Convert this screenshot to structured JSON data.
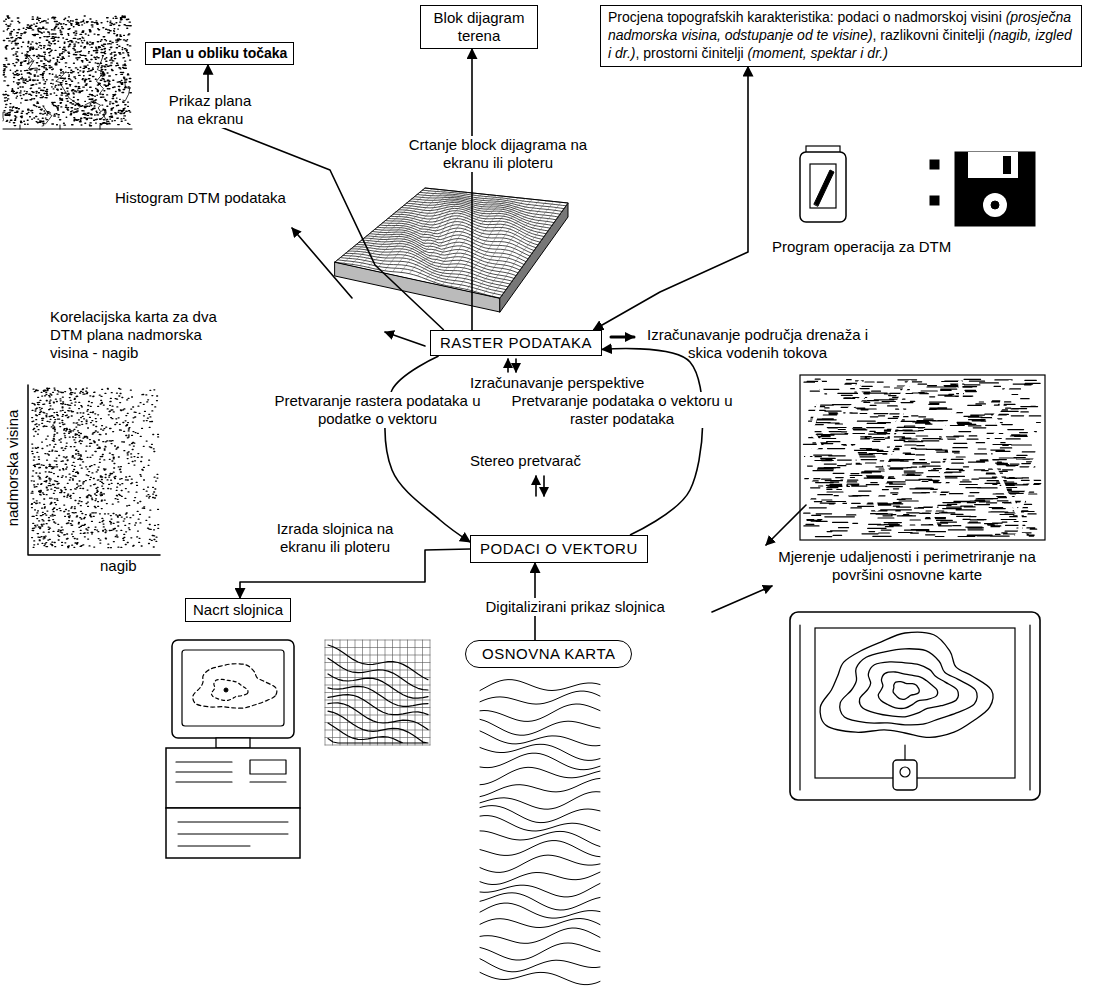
{
  "diagram": {
    "nodes": [
      {
        "text": [
          "Plan u obliku točaka"
        ]
      },
      {
        "text": [
          "Blok dijagram terena"
        ]
      },
      {
        "text": [
          "Procjena topografskih karakteristika: podaci o nadmorskoj visini (prosječna nadmorska visina, odstupanje od te visine), razlikovni činitelji (nagib, izgled i dr.), prostorni činitelji (moment, spektar i dr.)"
        ]
      },
      {
        "text": [
          "RASTER PODATAKA"
        ]
      },
      {
        "text": [
          "PODACI O VEKTORU"
        ]
      },
      {
        "text": [
          "Nacrt slojnica"
        ]
      },
      {
        "text": [
          "OSNOVNA KARTA"
        ]
      }
    ],
    "edges": [
      {
        "from": 3,
        "to": 0,
        "arrow": "to",
        "label": "Prikaz plana na ekranu"
      },
      {
        "from": 3,
        "to": 1,
        "arrow": "to",
        "label": "Crtanje block dijagrama na ekranu ili ploteru"
      },
      {
        "from": 3,
        "to": 2,
        "arrow": "both",
        "label": "Program operacija za DTM"
      },
      {
        "from": 3,
        "to": 4,
        "arrow": "to",
        "label": "Pretvaranje rastera podataka u podatke o vektoru"
      },
      {
        "from": 4,
        "to": 3,
        "arrow": "to",
        "label": "Pretvaranje podataka o vektoru u raster podataka"
      },
      {
        "from": 4,
        "to": 5,
        "arrow": "to",
        "label": "Izrada slojnica na ekranu ili ploteru"
      },
      {
        "from": 6,
        "to": 4,
        "arrow": "to",
        "label": "Digitalizirani prikaz slojnica"
      }
    ],
    "labels": [
      "Histogram DTM podataka",
      "Korelacijska karta za dva DTM plana nadmorska visina - nagib",
      "nadmorska visina",
      "nagib",
      "Izračunavanje područja drenaža i skica vodenih tokova",
      "Izračunavanje perspektive",
      "Stereo pretvarač",
      "Mjerenje udaljenosti i perimetriranje na površini osnovne karte"
    ]
  }
}
